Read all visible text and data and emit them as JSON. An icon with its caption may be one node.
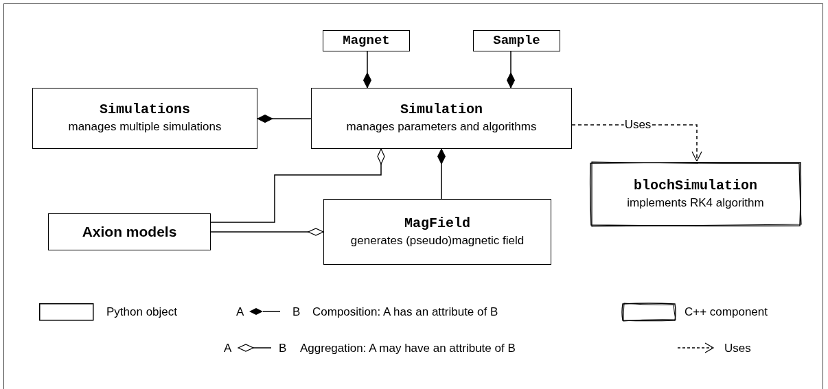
{
  "diagram": {
    "nodes": [
      {
        "text": [
          "Magnet"
        ]
      },
      {
        "text": [
          "Sample"
        ]
      },
      {
        "text": [
          "Simulations",
          "manages multiple simulations"
        ]
      },
      {
        "text": [
          "Simulation",
          "manages parameters and algorithms"
        ]
      },
      {
        "text": [
          "blochSimulation",
          "implements RK4 algorithm"
        ]
      },
      {
        "text": [
          "Axion models"
        ]
      },
      {
        "text": [
          "MagField",
          "generates (pseudo)magnetic field"
        ]
      }
    ],
    "edges": [
      {
        "from": 3,
        "to": 0,
        "arrow": "other"
      },
      {
        "from": 3,
        "to": 1,
        "arrow": "other"
      },
      {
        "from": 2,
        "to": 3,
        "arrow": "other"
      },
      {
        "from": 3,
        "to": 4,
        "arrow": "to",
        "label": "Uses",
        "style": "dashed"
      },
      {
        "from": 3,
        "to": 5,
        "arrow": "other"
      },
      {
        "from": 3,
        "to": 6,
        "arrow": "other"
      },
      {
        "from": 6,
        "to": 5,
        "arrow": "other"
      }
    ],
    "labels": [
      "A",
      "B",
      "A",
      "B"
    ],
    "legend": [
      {
        "text": "Python object"
      },
      {
        "text": "Composition: A has an attribute of B"
      },
      {
        "text": "C++ component"
      },
      {
        "text": "Aggregation: A may have an attribute of B"
      },
      {
        "text": "Uses"
      }
    ]
  }
}
